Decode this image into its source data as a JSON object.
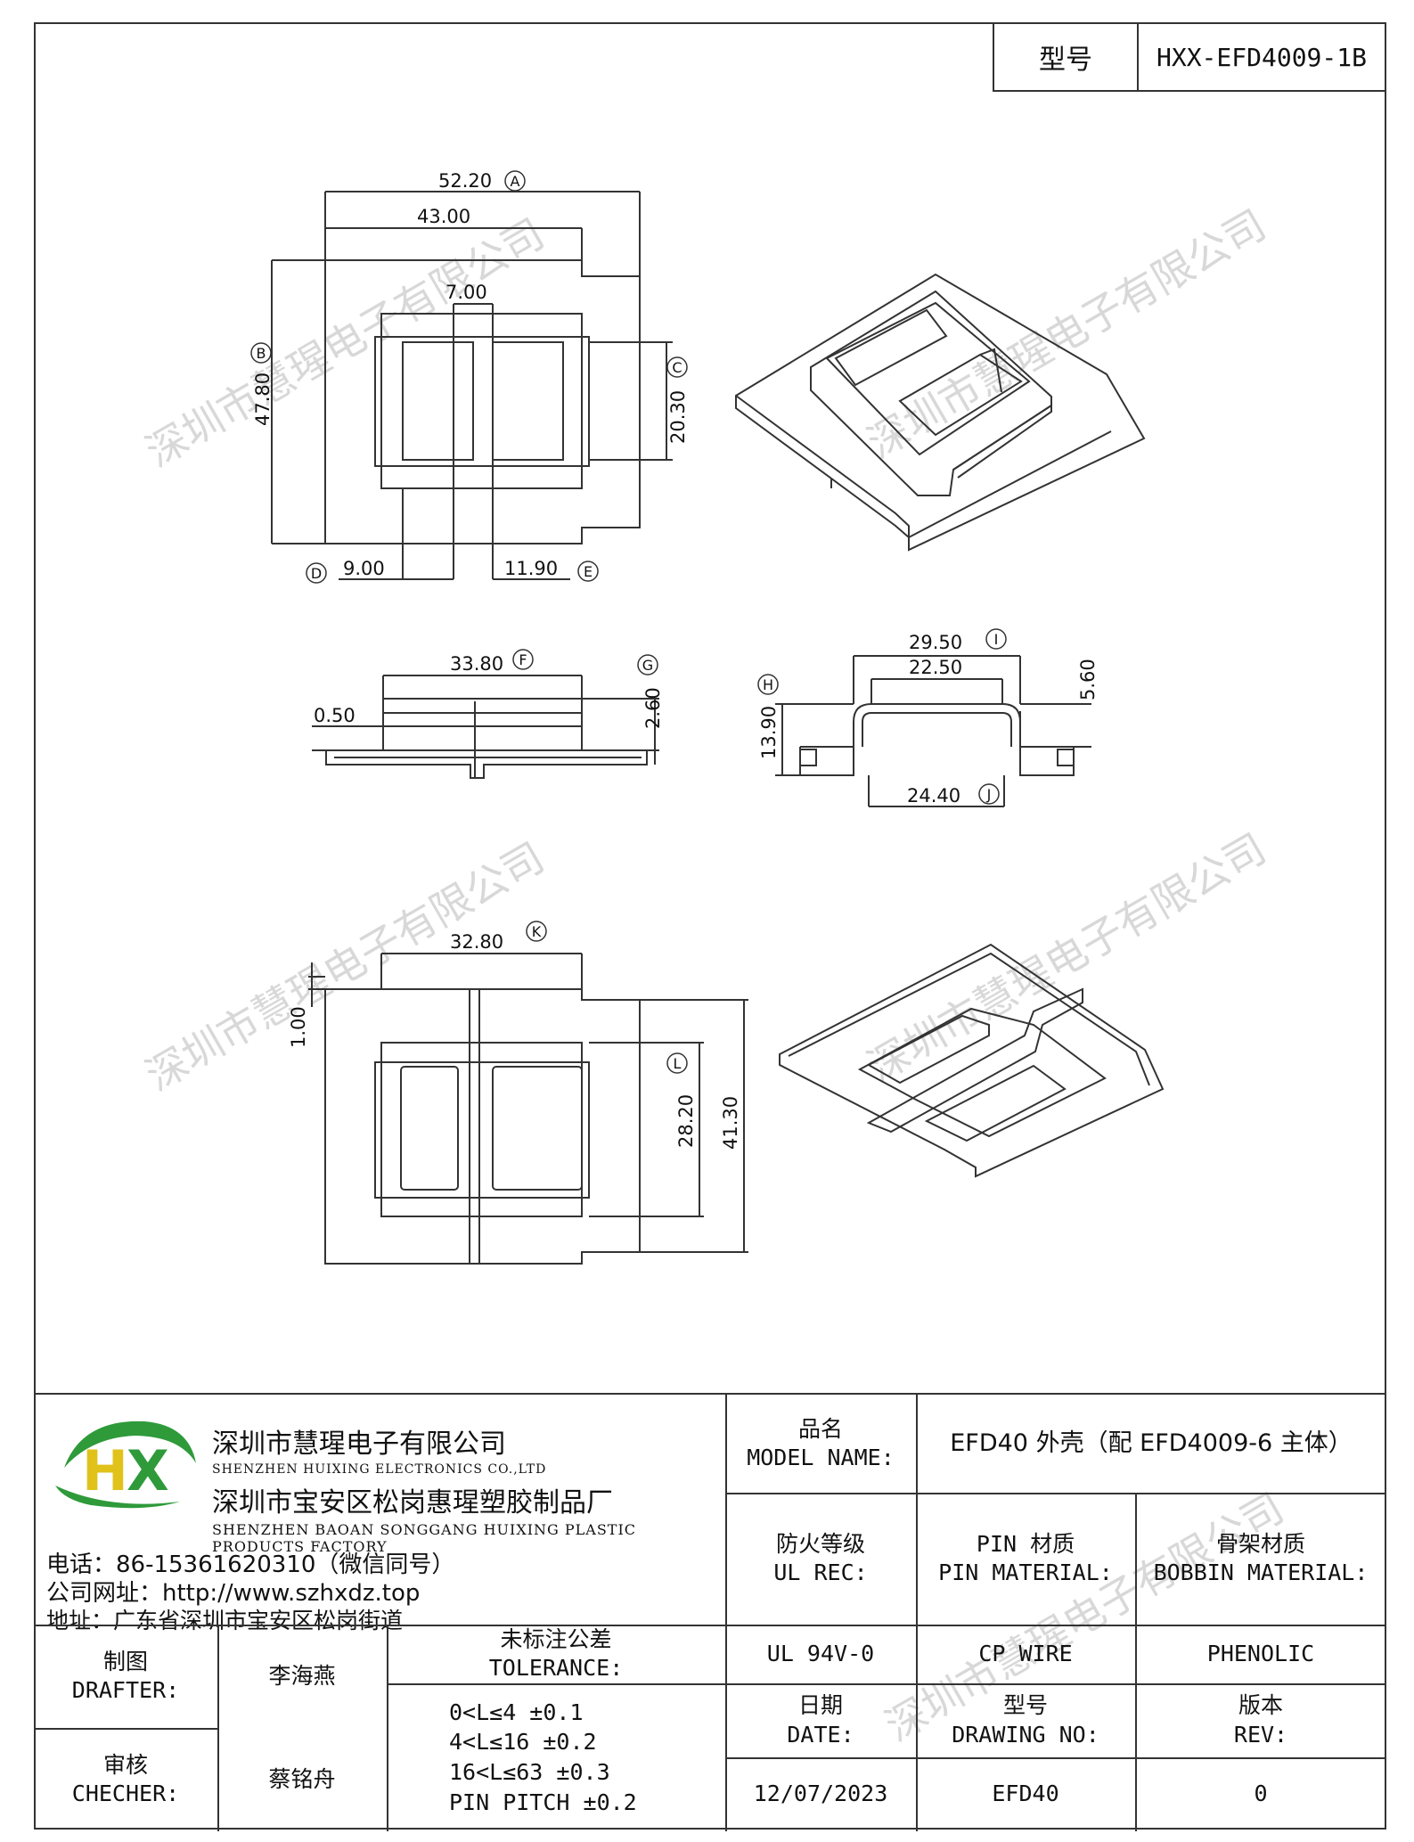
{
  "header": {
    "model_label": "型号",
    "model_value": "HXX-EFD4009-1B"
  },
  "watermark": "深圳市慧瑆电子有限公司",
  "dimensions": {
    "top_view": {
      "a": "52.20",
      "a_tag": "A",
      "w43": "43.00",
      "w7": "7.00",
      "b": "47.80",
      "b_tag": "B",
      "c": "20.30",
      "c_tag": "C",
      "d": "9.00",
      "d_tag": "D",
      "e": "11.90",
      "e_tag": "E"
    },
    "side_view": {
      "f": "33.80",
      "f_tag": "F",
      "g": "2.60",
      "g_tag": "G",
      "t": "0.50"
    },
    "front_view": {
      "i": "29.50",
      "i_tag": "I",
      "w22": "22.50",
      "h56": "5.60",
      "h": "13.90",
      "h_tag": "H",
      "j": "24.40",
      "j_tag": "J"
    },
    "bottom_view": {
      "k": "32.80",
      "k_tag": "K",
      "t1": "1.00",
      "l": "28.20",
      "l_tag": "L",
      "h41": "41.30"
    }
  },
  "title_block": {
    "company_cn_1": "深圳市慧瑆电子有限公司",
    "company_en_1": "SHENZHEN HUIXING ELECTRONICS CO.,LTD",
    "company_cn_2": "深圳市宝安区松岗惠瑆塑胶制品厂",
    "company_en_2": "SHENZHEN BAOAN SONGGANG HUIXING PLASTIC PRODUCTS FACTORY",
    "phone": "电话：86-15361620310（微信同号）",
    "website": "公司网址：http://www.szhxdz.top",
    "address": "地址：广东省深圳市宝安区松岗街道",
    "logo_text": "HX",
    "model_name_label_cn": "品名",
    "model_name_label_en": "MODEL NAME:",
    "model_name_value": "EFD40 外壳（配 EFD4009-6 主体）",
    "ul_label_cn": "防火等级",
    "ul_label_en": "UL REC:",
    "pin_label_cn": "PIN 材质",
    "pin_label_en": "PIN MATERIAL:",
    "bobbin_label_cn": "骨架材质",
    "bobbin_label_en": "BOBBIN MATERIAL:",
    "ul_value": "UL 94V-0",
    "pin_value": "CP WIRE",
    "bobbin_value": "PHENOLIC",
    "drafter_label_cn": "制图",
    "drafter_label_en": "DRAFTER:",
    "drafter_value": "李海燕",
    "checker_label_cn": "审核",
    "checker_label_en": "CHECHER:",
    "checker_value": "蔡铭舟",
    "tolerance_label_cn": "未标注公差",
    "tolerance_label_en": "TOLERANCE:",
    "tolerance_lines": [
      "0<L≤4   ±0.1",
      "4<L≤16  ±0.2",
      "16<L≤63 ±0.3",
      "PIN PITCH ±0.2"
    ],
    "date_label_cn": "日期",
    "date_label_en": "DATE:",
    "date_value": "12/07/2023",
    "drawing_no_label_cn": "型号",
    "drawing_no_label_en": "DRAWING NO:",
    "drawing_no_value": "EFD40",
    "rev_label_cn": "版本",
    "rev_label_en": "REV:",
    "rev_value": "0"
  },
  "colors": {
    "line": "#333333",
    "logo_green": "#2e9a3a",
    "logo_yellow": "#e0c21a"
  }
}
